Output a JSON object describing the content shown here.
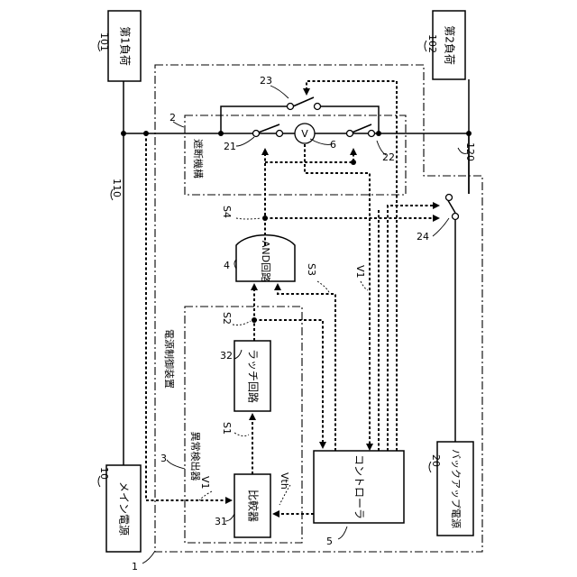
{
  "labels": {
    "load1": "第1負荷",
    "load2": "第2負荷",
    "main_power": "メイン電源",
    "backup_power": "バックアップ電源",
    "controller": "コントローラ",
    "and_gate": "AND回路",
    "latch": "ラッチ回路",
    "comparator": "比較器",
    "cutoff": "遮断機構",
    "anomaly_detector": "異常検出器",
    "power_control_device": "電源制御装置",
    "voltmeter": "V"
  },
  "refs": {
    "r1": "1",
    "r2": "2",
    "r3": "3",
    "r4": "4",
    "r5": "5",
    "r6": "6",
    "r10": "10",
    "r20": "20",
    "r21": "21",
    "r22": "22",
    "r23": "23",
    "r24": "24",
    "r31": "31",
    "r32": "32",
    "r101": "101",
    "r102": "102",
    "r110": "110",
    "r120": "120"
  },
  "signals": {
    "s1": "S1",
    "s2": "S2",
    "s3": "S3",
    "s4": "S4",
    "v1_top": "V1",
    "v1_left": "V1",
    "vth": "Vth"
  }
}
